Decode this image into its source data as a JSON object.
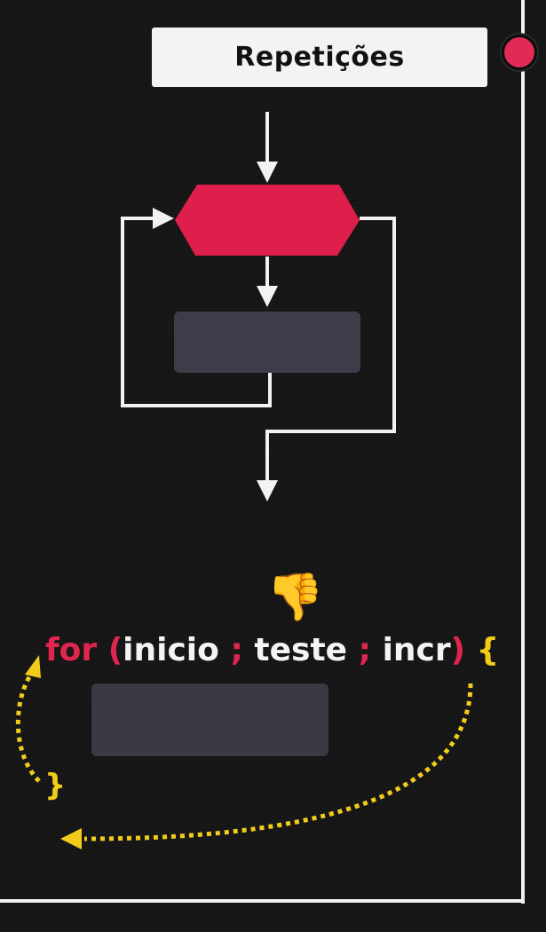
{
  "title": "Repetições",
  "code": {
    "keyword": "for",
    "open_paren": "(",
    "init": "inicio",
    "sep1": ";",
    "test": "teste",
    "sep2": ";",
    "incr": "incr",
    "close_paren": ")",
    "open_brace": "{",
    "close_brace": "}"
  },
  "emoji": "👎",
  "colors": {
    "background": "#151515",
    "accent_red": "#e0264f",
    "arrow_white": "#f2f2f2",
    "process_box": "#3c3d48",
    "dotted_yellow": "#f2cc1b"
  },
  "icons": {
    "record_indicator": "red-circle",
    "feedback": "thumbs-down"
  }
}
